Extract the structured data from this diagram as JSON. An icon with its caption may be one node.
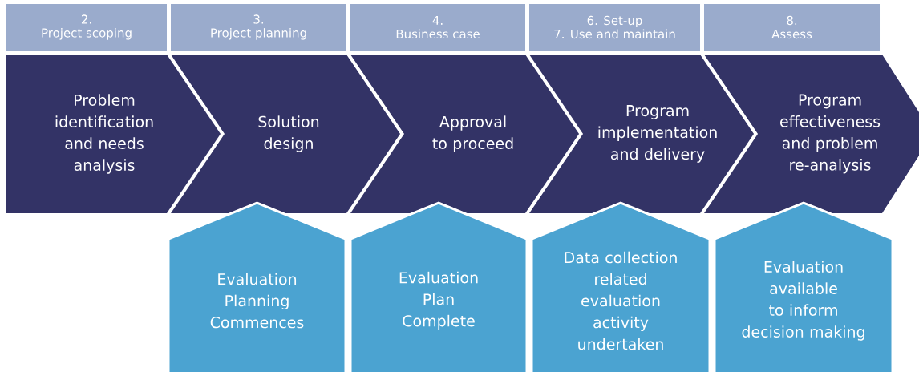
{
  "diagram": {
    "nodes": [
      {
        "text": [
          "2.",
          "Project scoping"
        ]
      },
      {
        "text": [
          "3.",
          "Project planning"
        ]
      },
      {
        "text": [
          "4.",
          "Business case"
        ]
      },
      {
        "text": [
          "6. Set-up",
          "7. Use and maintain"
        ]
      },
      {
        "text": [
          "8.",
          "Assess"
        ]
      },
      {
        "text": [
          "Problem identification and needs analysis"
        ]
      },
      {
        "text": [
          "Solution design"
        ]
      },
      {
        "text": [
          "Approval to proceed"
        ]
      },
      {
        "text": [
          "Program implementation and delivery"
        ]
      },
      {
        "text": [
          "Program effectiveness and problem re-analysis"
        ]
      },
      {
        "text": [
          "Evaluation Planning Commences"
        ]
      },
      {
        "text": [
          "Evaluation Plan Complete"
        ]
      },
      {
        "text": [
          "Data collection related evaluation activity undertaken"
        ]
      },
      {
        "text": [
          "Evaluation available to inform decision making"
        ]
      }
    ]
  }
}
